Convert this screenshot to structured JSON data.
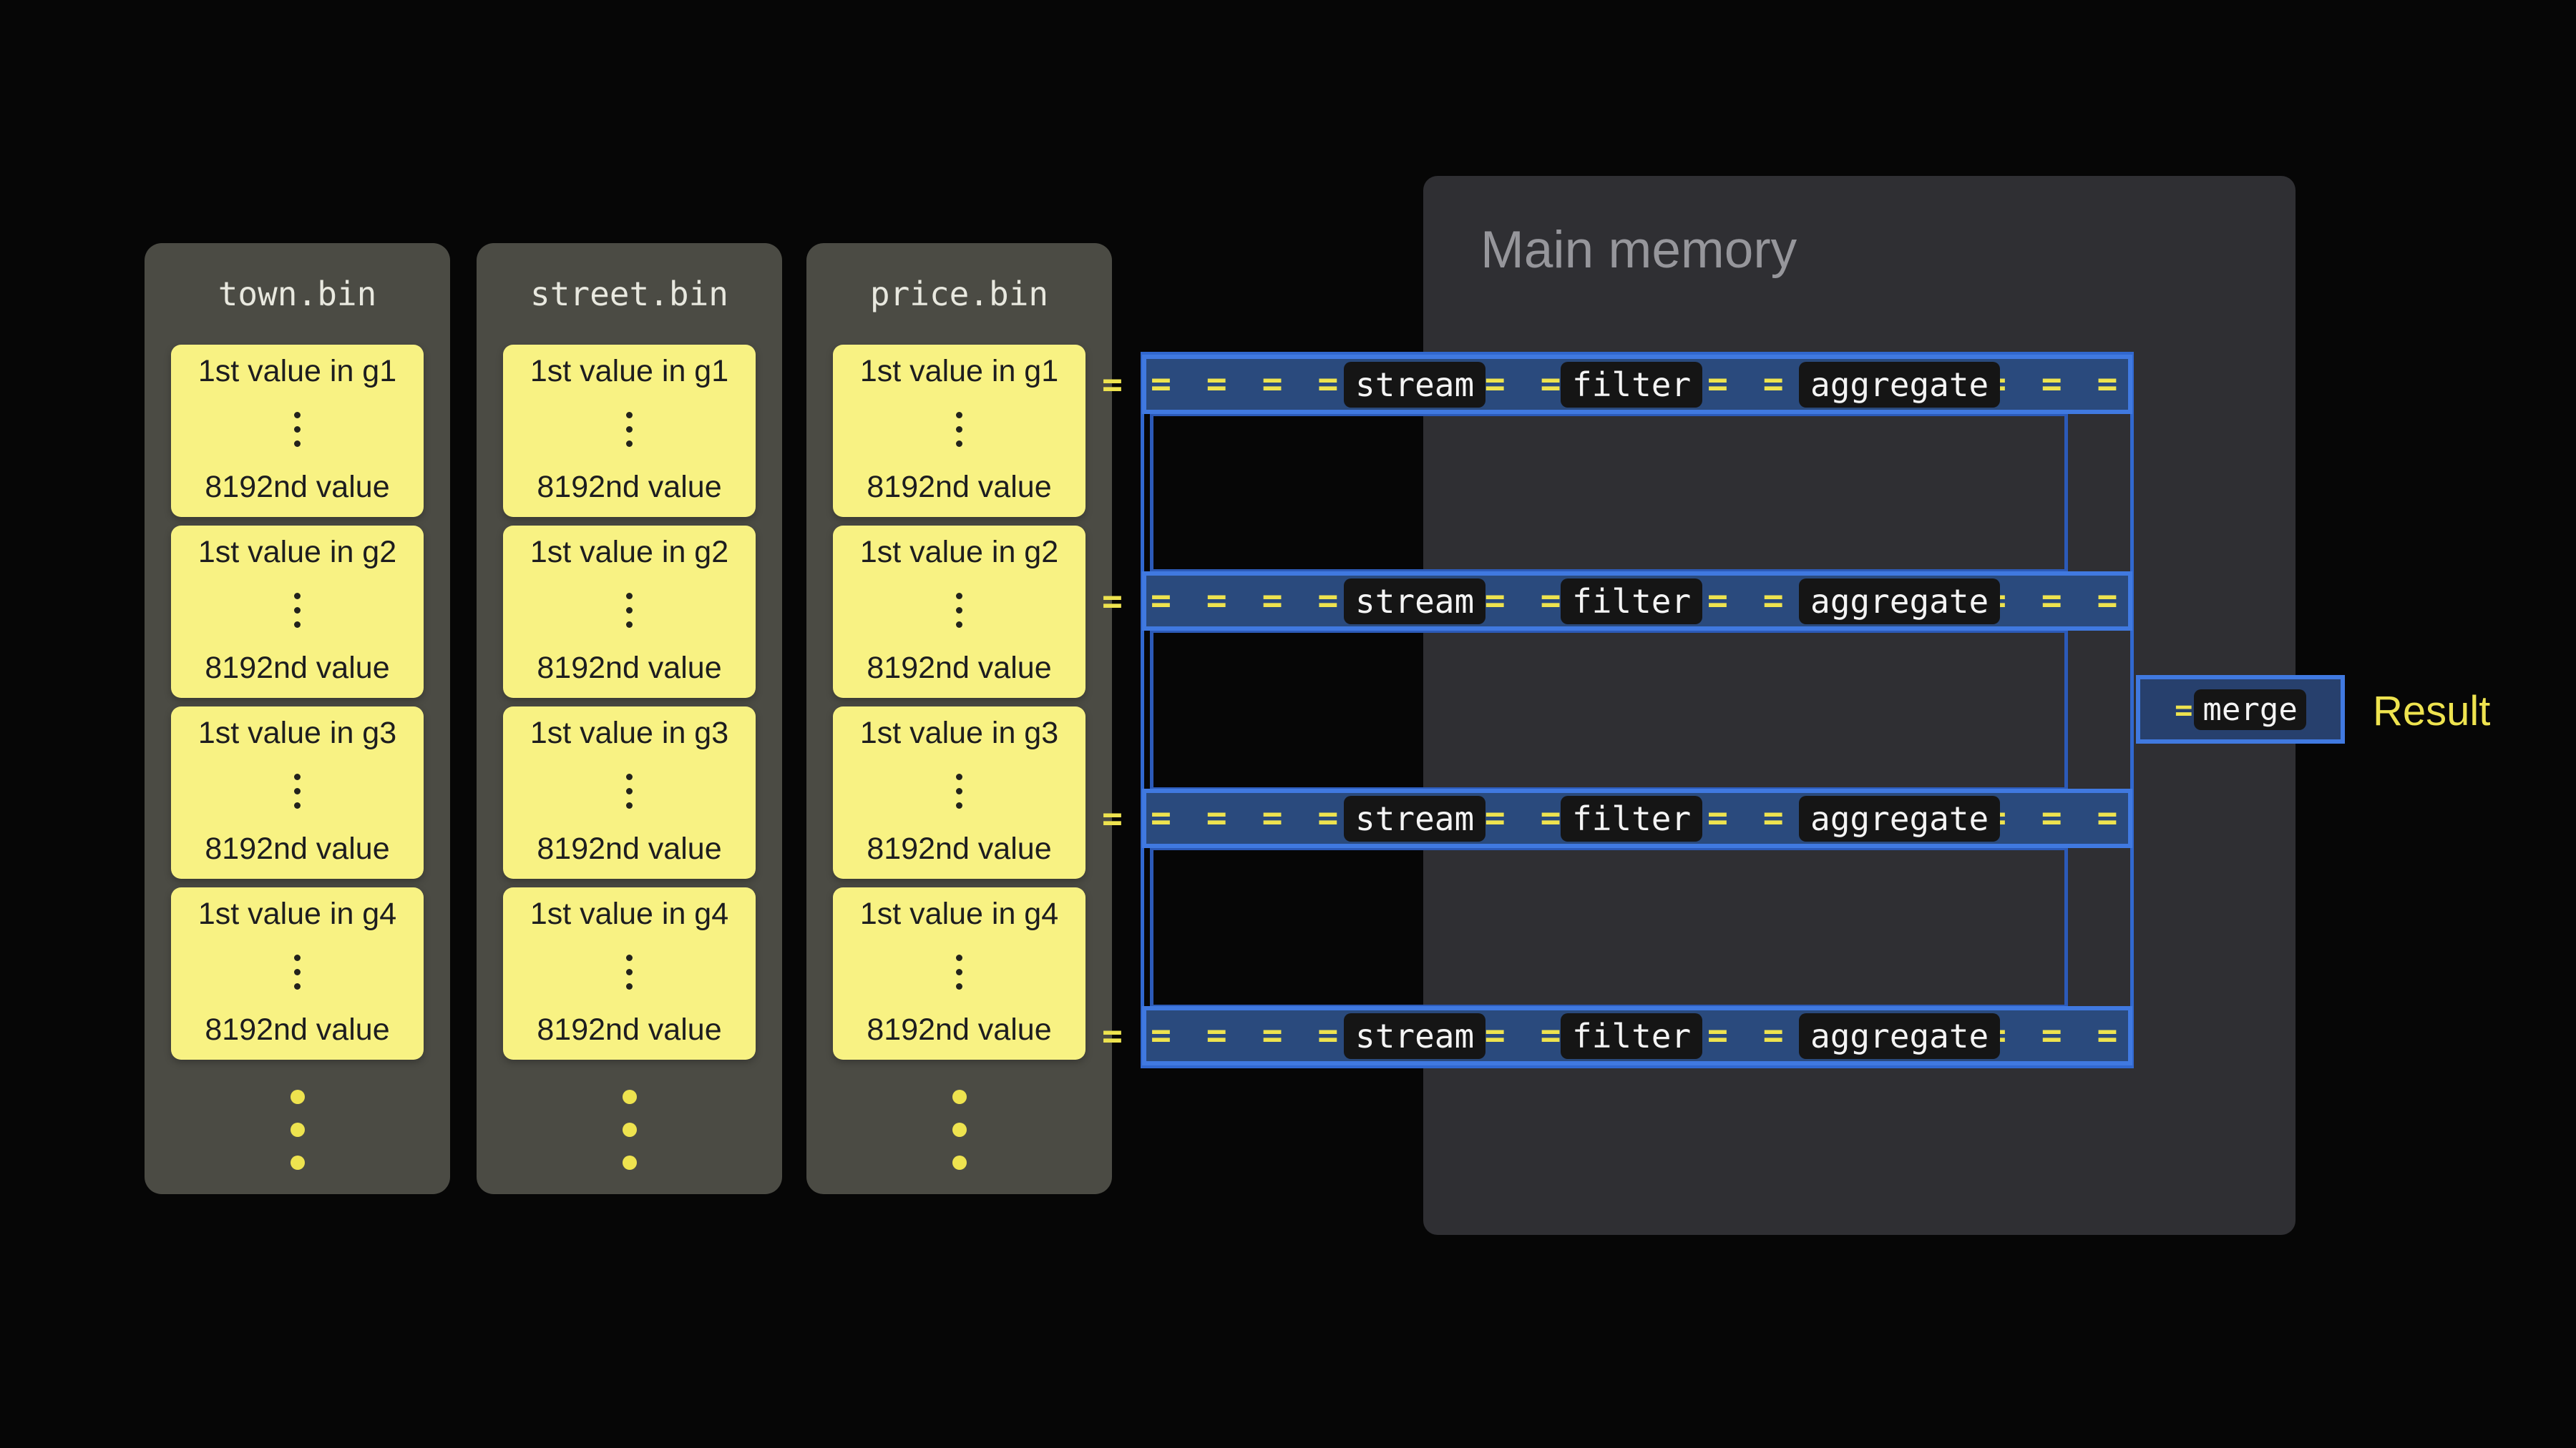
{
  "colors": {
    "page_bg": "#060606",
    "file_bg": "#4b4b44",
    "header_text": "#e8e8df",
    "box_yellow": "#f8f283",
    "value_text": "#1d1d1f",
    "accent_yellow": "#eee34f",
    "memory_bg": "#2f2f33",
    "title_gray": "#96969b",
    "pipeline_blue": "#4079e0",
    "bar_fill": "#2a4a7d",
    "outer_border": "#3168cf",
    "inner_border": "#2c5ab8",
    "badge_bg": "#151515",
    "badge_text": "#f4f4f4",
    "merge_fill": "#27406d"
  },
  "files": [
    {
      "name": "town.bin",
      "groups": [
        {
          "first": "1st value in g1",
          "last": "8192nd value"
        },
        {
          "first": "1st value in g2",
          "last": "8192nd value"
        },
        {
          "first": "1st value in g3",
          "last": "8192nd value"
        },
        {
          "first": "1st value in g4",
          "last": "8192nd value"
        }
      ]
    },
    {
      "name": "street.bin",
      "groups": [
        {
          "first": "1st value in g1",
          "last": "8192nd value"
        },
        {
          "first": "1st value in g2",
          "last": "8192nd value"
        },
        {
          "first": "1st value in g3",
          "last": "8192nd value"
        },
        {
          "first": "1st value in g4",
          "last": "8192nd value"
        }
      ]
    },
    {
      "name": "price.bin",
      "groups": [
        {
          "first": "1st value in g1",
          "last": "8192nd value"
        },
        {
          "first": "1st value in g2",
          "last": "8192nd value"
        },
        {
          "first": "1st value in g3",
          "last": "8192nd value"
        },
        {
          "first": "1st value in g4",
          "last": "8192nd value"
        }
      ]
    }
  ],
  "memory": {
    "title": "Main memory"
  },
  "pipelines": [
    {
      "stages": [
        "stream",
        "filter",
        "aggregate"
      ]
    },
    {
      "stages": [
        "stream",
        "filter",
        "aggregate"
      ]
    },
    {
      "stages": [
        "stream",
        "filter",
        "aggregate"
      ]
    },
    {
      "stages": [
        "stream",
        "filter",
        "aggregate"
      ]
    }
  ],
  "pipeline_dashes": "= = = = = = = = = = = = = = = = = = = = = = = = = =",
  "edge_dash": "=",
  "merge": {
    "dash": "=",
    "label": "merge"
  },
  "result_label": "Result"
}
